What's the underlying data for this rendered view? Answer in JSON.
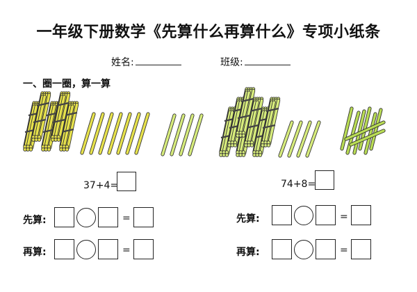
{
  "title": "一年级下册数学《先算什么再算什么》专项小纸条",
  "name_label": "姓名:",
  "class_label": "班级:",
  "section_title": "一、圈一圈，算一算",
  "problems": [
    {
      "expression": "37+4=",
      "step1_label": "先算:",
      "step2_label": "再算:",
      "equals": "="
    },
    {
      "expression": "74+8=",
      "step1_label": "先算:",
      "step2_label": "再算:",
      "equals": "="
    }
  ],
  "colors": {
    "stick_yellow": "#e7e24c",
    "stick_light": "#d7ec7c",
    "stick_green": "#b9dc55",
    "outline": "#333333",
    "tie": "#444444"
  }
}
